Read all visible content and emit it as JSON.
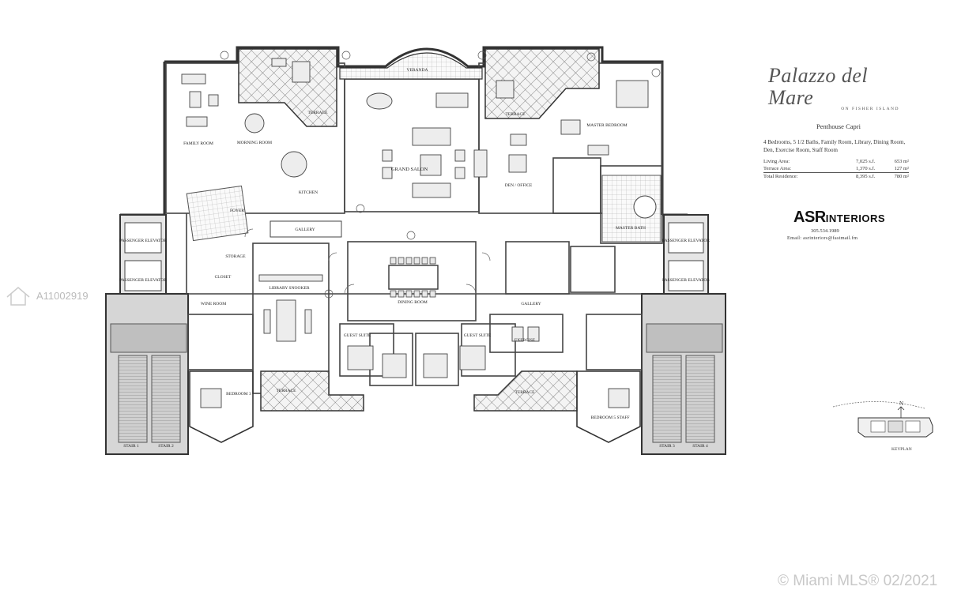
{
  "title": {
    "logo_text": "Palazzo del Mare",
    "logo_subtext": "ON FISHER ISLAND",
    "unit_name": "Penthouse Capri",
    "description": "4 Bedrooms, 5 1/2 Baths, Family Room, Library, Dining Room, Den, Exercise Room, Staff Room"
  },
  "areas": [
    {
      "label": "Living Area:",
      "sf": "7,025 s.f.",
      "m2": "653 m²"
    },
    {
      "label": "Terrace Area:",
      "sf": "1,370 s.f.",
      "m2": "127 m²"
    },
    {
      "label": "Total Residence:",
      "sf": "8,395 s.f.",
      "m2": "780 m²"
    }
  ],
  "brand": {
    "name_a": "ASR",
    "name_b": "INTERIORS",
    "phone": "305.534.1989",
    "email": "Email: asrinteriors@fastmail.fm"
  },
  "watermark": {
    "listing_id": "A11002919",
    "copyright": "© Miami MLS® 02/2021"
  },
  "rooms": {
    "veranda": "VERANDA",
    "terrace_nw": "TERRACE",
    "terrace_ne": "TERRACE",
    "family_room": "FAMILY ROOM",
    "morning_room": "MORNING ROOM",
    "kitchen": "KITCHEN",
    "grand_salon": "GRAND SALON",
    "den_office": "DEN / OFFICE",
    "master_bedroom": "MASTER BEDROOM",
    "gallery": "GALLERY",
    "foyer": "FOYER",
    "library": "LIBRARY SNOOKER",
    "dining_room": "DINING ROOM",
    "guest_suite_1": "GUEST SUITE",
    "guest_suite_2": "GUEST SUITE",
    "exercise": "EXERCISE",
    "bedroom_3": "BEDROOM 3",
    "bedroom_5": "BEDROOM 5 STAFF",
    "terrace_sw": "TERRACE",
    "terrace_se": "TERRACE",
    "passenger_elevator": "PASSENGER ELEVATOR",
    "stair_1": "STAIR 1",
    "stair_2": "STAIR 2",
    "stair_3": "STAIR 3",
    "stair_4": "STAIR 4",
    "master_bath": "MASTER BATH",
    "wine_room": "WINE ROOM",
    "closet": "CLOSET",
    "storage": "STORAGE",
    "galley": "GALLERY",
    "keyplan": "KEYPLAN",
    "keyplan_north": "N"
  },
  "colors": {
    "wall": "#333333",
    "terrace_fill": "#dcdcdc",
    "stair_fill": "#c9c9c9",
    "line": "#555555"
  }
}
